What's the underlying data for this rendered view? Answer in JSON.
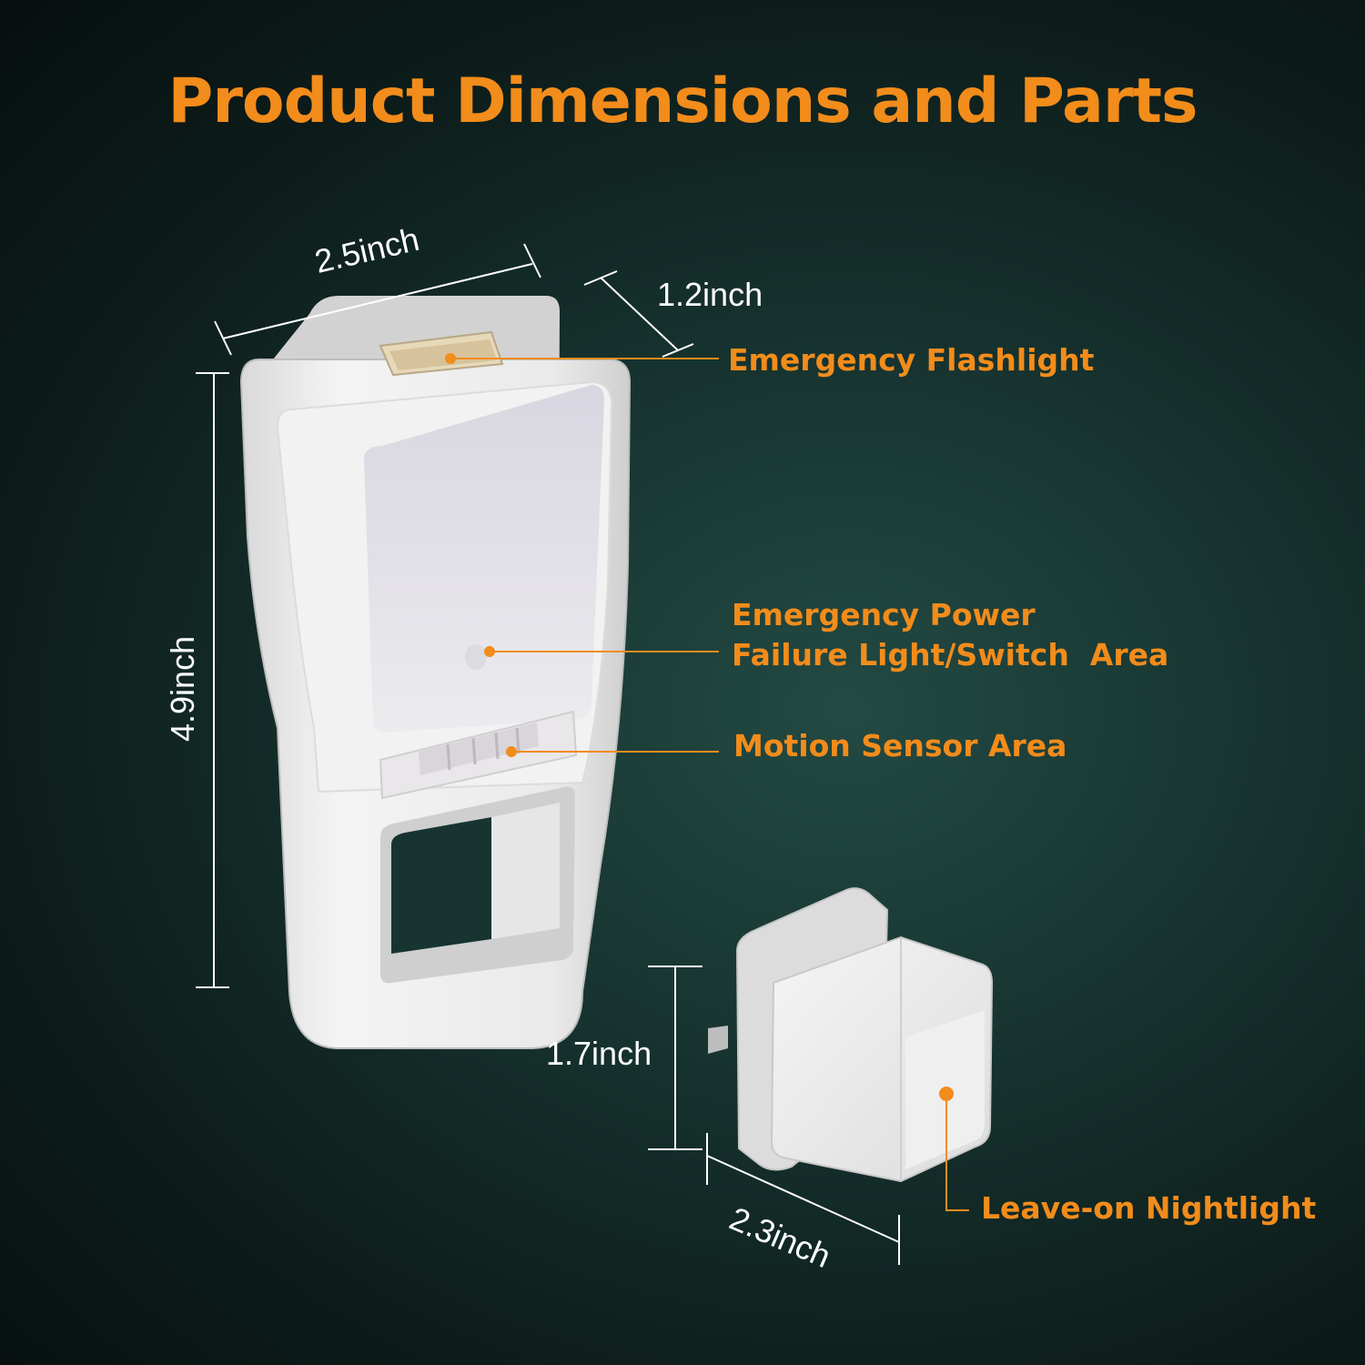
{
  "title": "Product Dimensions and Parts",
  "colors": {
    "accent": "#f28c1b",
    "dimension_text": "#ffffff",
    "device_body": "#eeeeee",
    "background": "#173430"
  },
  "dimensions": {
    "width_main": "2.5inch",
    "depth_main": "1.2inch",
    "height_main": "4.9inch",
    "height_plug": "1.7inch",
    "width_plug": "2.3inch"
  },
  "callouts": {
    "flashlight": "Emergency Flashlight",
    "power_failure_line1": "Emergency Power",
    "power_failure_line2": "Failure Light/Switch  Area",
    "motion_sensor": "Motion Sensor Area",
    "nightlight": "Leave-on Nightlight"
  }
}
